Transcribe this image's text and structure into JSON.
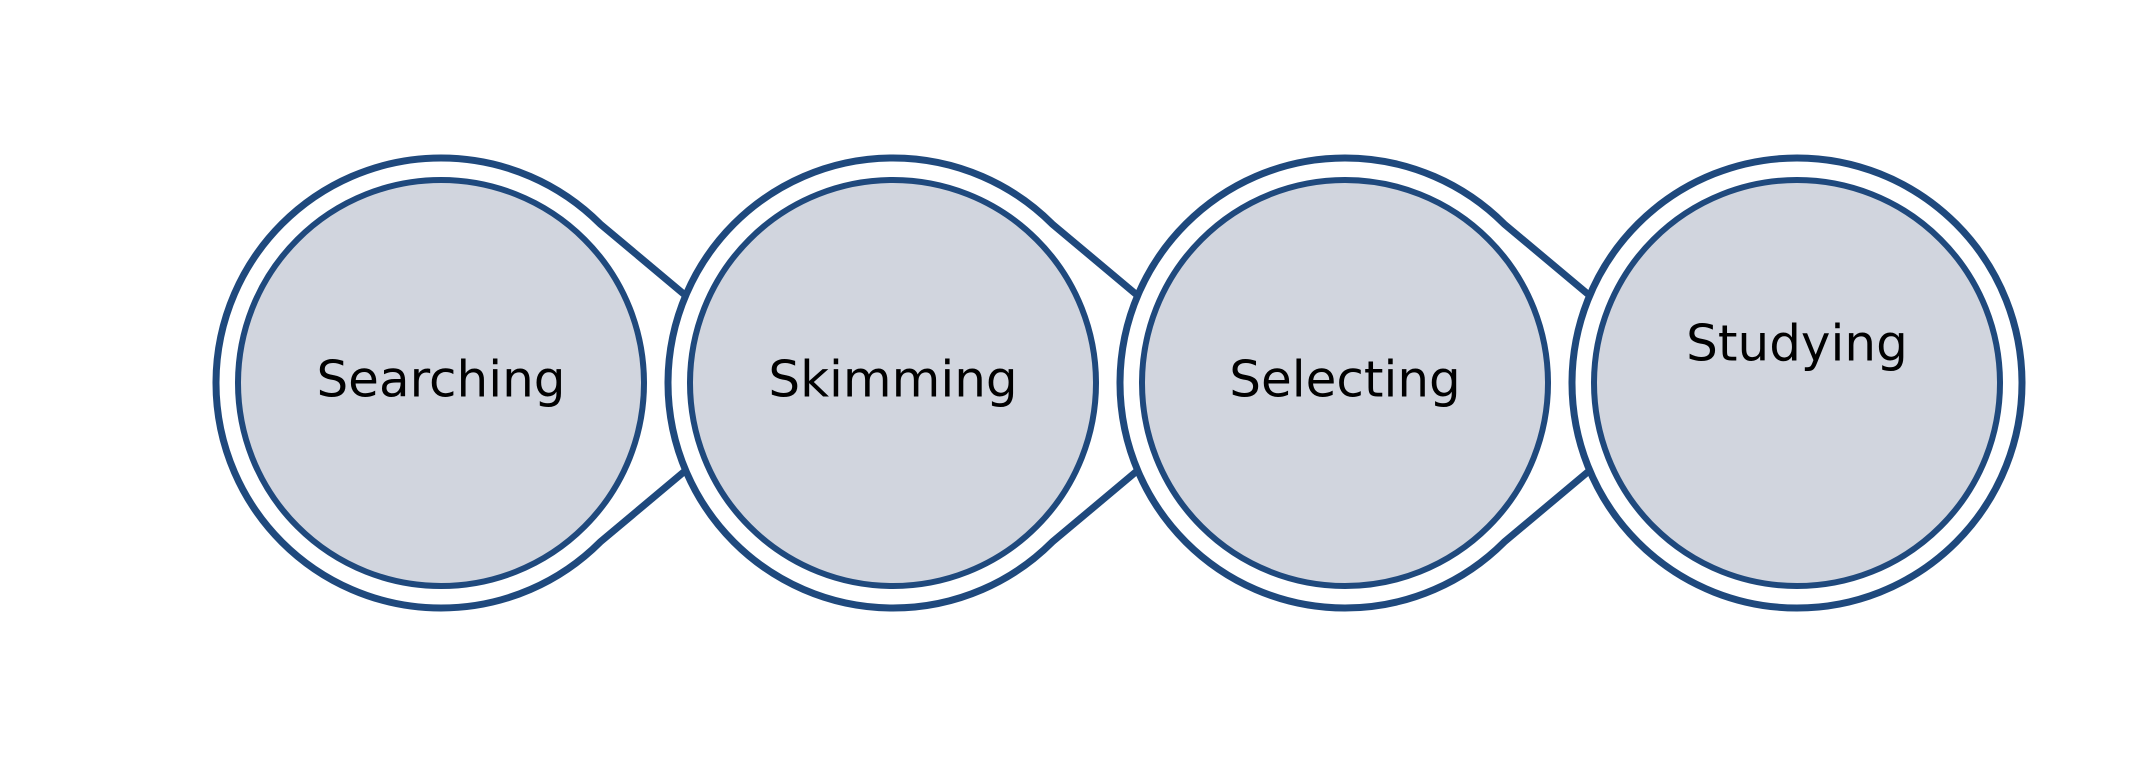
{
  "colors": {
    "outline": "#1f497d",
    "fill": "#d1d5de",
    "gap": "#ffffff",
    "text": "#000000"
  },
  "stages": [
    {
      "label": "Searching"
    },
    {
      "label": "Skimming"
    },
    {
      "label": "Selecting"
    },
    {
      "label": "Studying"
    }
  ]
}
